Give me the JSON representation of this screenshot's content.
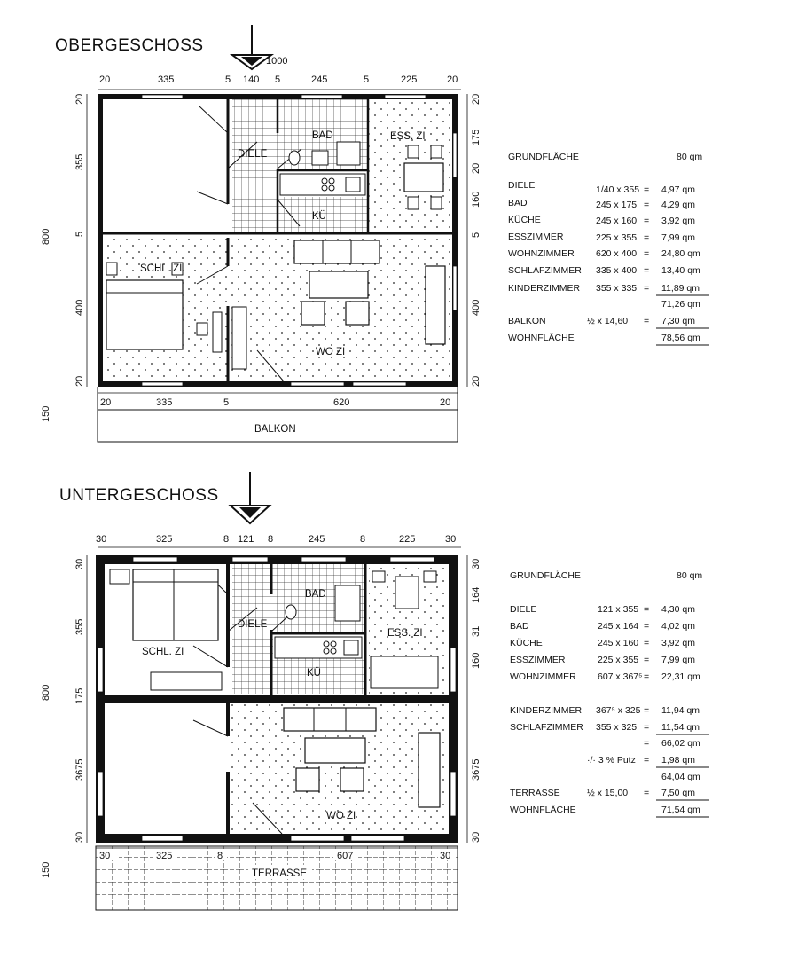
{
  "obergeschoss": {
    "title": "OBERGESCHOSS",
    "arrow_label": "1000",
    "top_dims": [
      "20",
      "335",
      "5",
      "140",
      "5",
      "245",
      "5",
      "225",
      "20"
    ],
    "bottom_dims": [
      "20",
      "335",
      "5",
      "620",
      "20"
    ],
    "left_dims": [
      "20",
      "355",
      "5",
      "400",
      "20"
    ],
    "left_total": "800",
    "right_dims": [
      "20",
      "175",
      "20",
      "160",
      "5",
      "400",
      "20"
    ],
    "balkon_depth": "150",
    "rooms": {
      "diele": "DIELE",
      "bad": "BAD",
      "ess": "ESS. ZI",
      "kue": "KÜ",
      "schl": "SCHL. ZI",
      "wozi": "WO ZI",
      "balkon": "BALKON"
    },
    "table": {
      "grundflaeche_label": "GRUNDFLÄCHE",
      "grundflaeche_value": "80 qm",
      "rows": [
        {
          "name": "DIELE",
          "calc": "1/40 x 355",
          "eq": "=",
          "value": "4,97 qm"
        },
        {
          "name": "BAD",
          "calc": "245 x 175",
          "eq": "=",
          "value": "4,29 qm"
        },
        {
          "name": "KÜCHE",
          "calc": "245 x 160",
          "eq": "=",
          "value": "3,92 qm"
        },
        {
          "name": "ESSZIMMER",
          "calc": "225 x 355",
          "eq": "=",
          "value": "7,99 qm"
        },
        {
          "name": "WOHNZIMMER",
          "calc": "620 x 400",
          "eq": "=",
          "value": "24,80 qm"
        },
        {
          "name": "SCHLAFZIMMER",
          "calc": "335 x 400",
          "eq": "=",
          "value": "13,40 qm"
        },
        {
          "name": "KINDERZIMMER",
          "calc": "355 x 335",
          "eq": "=",
          "value": "11,89 qm"
        }
      ],
      "subtotal": "71,26 qm",
      "balkon": {
        "name": "BALKON",
        "calc": "½ x 14,60",
        "eq": "=",
        "value": "7,30 qm"
      },
      "total": {
        "name": "WOHNFLÄCHE",
        "value": "78,56 qm"
      }
    }
  },
  "untergeschoss": {
    "title": "UNTERGESCHOSS",
    "top_dims": [
      "30",
      "325",
      "8",
      "121",
      "8",
      "245",
      "8",
      "225",
      "30"
    ],
    "bottom_dims": [
      "30",
      "325",
      "8",
      "607",
      "30"
    ],
    "left_dims": [
      "30",
      "355",
      "175",
      "3675",
      "30"
    ],
    "left_total": "800",
    "right_dims": [
      "30",
      "164",
      "31",
      "160",
      "3675",
      "30"
    ],
    "terrasse_depth": "150",
    "rooms": {
      "diele": "DIELE",
      "bad": "BAD",
      "ess": "ESS. ZI",
      "kue": "KÜ",
      "schl": "SCHL. ZI",
      "wozi": "WO ZI",
      "terrasse": "TERRASSE"
    },
    "table": {
      "grundflaeche_label": "GRUNDFLÄCHE",
      "grundflaeche_value": "80 qm",
      "rows": [
        {
          "name": "DIELE",
          "calc": "121 x 355",
          "eq": "=",
          "value": "4,30 qm"
        },
        {
          "name": "BAD",
          "calc": "245 x 164",
          "eq": "=",
          "value": "4,02 qm"
        },
        {
          "name": "KÜCHE",
          "calc": "245 x 160",
          "eq": "=",
          "value": "3,92 qm"
        },
        {
          "name": "ESSZIMMER",
          "calc": "225 x 355",
          "eq": "=",
          "value": "7,99 qm"
        },
        {
          "name": "WOHNZIMMER",
          "calc": "607 x 367⁵",
          "eq": "=",
          "value": "22,31 qm"
        }
      ],
      "rows2": [
        {
          "name": "KINDERZIMMER",
          "calc": "367⁵ x 325",
          "eq": "=",
          "value": "11,94 qm"
        },
        {
          "name": "SCHLAFZIMMER",
          "calc": "355 x 325",
          "eq": "=",
          "value": "11,54 qm"
        }
      ],
      "subtotal": "66,02 qm",
      "putz": {
        "calc": "·/· 3 % Putz",
        "eq": "=",
        "value": "1,98 qm"
      },
      "subtotal2": "64,04 qm",
      "terrasse": {
        "name": "TERRASSE",
        "calc": "½ x 15,00",
        "eq": "=",
        "value": "7,50 qm"
      },
      "total": {
        "name": "WOHNFLÄCHE",
        "value": "71,54 qm"
      }
    }
  }
}
